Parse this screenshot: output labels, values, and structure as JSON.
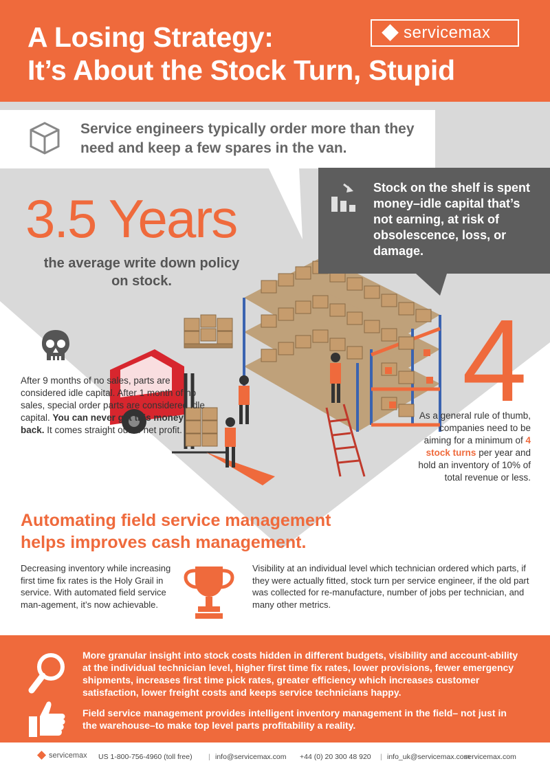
{
  "header": {
    "title_line1": "A Losing Strategy:",
    "title_line2": "It’s About the Stock Turn, Stupid",
    "brand": "servicemax"
  },
  "lead": {
    "text": "Service engineers typically order more than they need and keep a few spares in the van.",
    "icon": "box-icon"
  },
  "write_down": {
    "value": "3.5 Years",
    "caption": "the average write down policy on stock."
  },
  "shelf": {
    "text": "Stock on the shelf is spent money–idle capital that’s not earning, at risk of obsolescence, loss, or damage.",
    "icon": "bar-chart-icon"
  },
  "idle": {
    "text": "After 9 months of no sales, parts are considered idle capital. After 1 month of no sales, special order parts are considered idle capital.",
    "strong": "You can never get this money back.",
    "tail": "It comes straight out of net profit.",
    "icon": "skull-icon"
  },
  "turns": {
    "number": "4",
    "text_before": "As a general rule of thumb, companies need to be aiming for a minimum of",
    "highlight": "4 stock turns",
    "text_after": "per year and hold an inventory of 10% of total revenue or less."
  },
  "automation": {
    "headline_line1": "Automating field service management",
    "headline_line2": "helps improves cash management.",
    "left_body": "Decreasing inventory while increasing first time fix rates is the Holy Grail in service. With automated field service man-agement, it’s now achievable.",
    "right_body": "Visibility at an individual level which technician ordered which parts, if they were actually fitted, stock turn per service engineer, if the old part was collected for re-manufacture, number of jobs per technician, and many other metrics.",
    "icon": "trophy-icon"
  },
  "band": {
    "text1": "More granular insight into stock costs hidden in different budgets, visibility and account-ability at the individual technician level, higher first time fix rates, lower provisions, fewer emergency shipments, increases first time pick rates, greater efficiency which increases customer satisfaction, lower freight costs and keeps service technicians happy.",
    "text2": "Field service management provides intelligent inventory management in the field– not just in the warehouse–to make top level parts profitability a reality.",
    "icon1": "magnifier-icon",
    "icon2": "thumbs-up-icon"
  },
  "footer": {
    "brand": "servicemax",
    "us_phone": "US 1-800-756-4960 (toll free)",
    "email": "info@servicemax.com",
    "uk_phone": "+44 (0) 20 300 48 920",
    "uk_email": "info_uk@servicemax.com",
    "website": "servicemax.com"
  },
  "colors": {
    "accent": "#ef6a3c",
    "dark_box": "#5d5d5d",
    "scene_gray": "#d9d9d9"
  }
}
